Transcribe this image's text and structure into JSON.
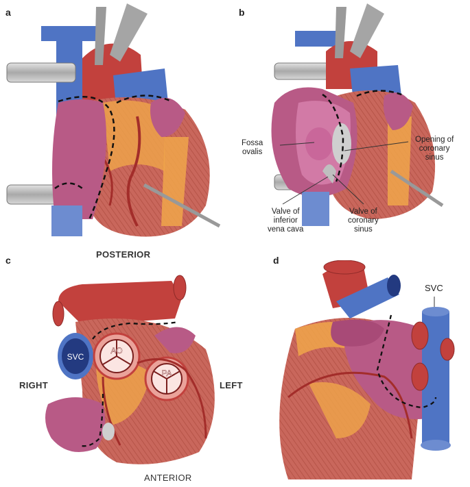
{
  "panels": {
    "a": {
      "label": "a"
    },
    "b": {
      "label": "b",
      "annotations": {
        "fossa_ovalis": "Fossa\novalis",
        "opening_coronary_sinus": "Opening of\ncoronary\nsinus",
        "valve_ivc": "Valve of\ninferior\nvena cava",
        "valve_coronary_sinus": "Valve of\ncoronary\nsinus"
      }
    },
    "c": {
      "label": "c",
      "orientation": {
        "top": "POSTERIOR",
        "bottom": "ANTERIOR",
        "left": "RIGHT",
        "right": "LEFT"
      },
      "vessels": {
        "svc": "SVC",
        "ao": "AO",
        "pa": "PA"
      }
    },
    "d": {
      "label": "d",
      "vessels": {
        "svc": "SVC"
      }
    }
  },
  "colors": {
    "myocardium": "#c9675c",
    "atrium": "#b85a86",
    "vein": "#4f74c4",
    "aorta": "#c2413d",
    "fat": "#f0a64a",
    "instrument": "#b9b9b9"
  }
}
